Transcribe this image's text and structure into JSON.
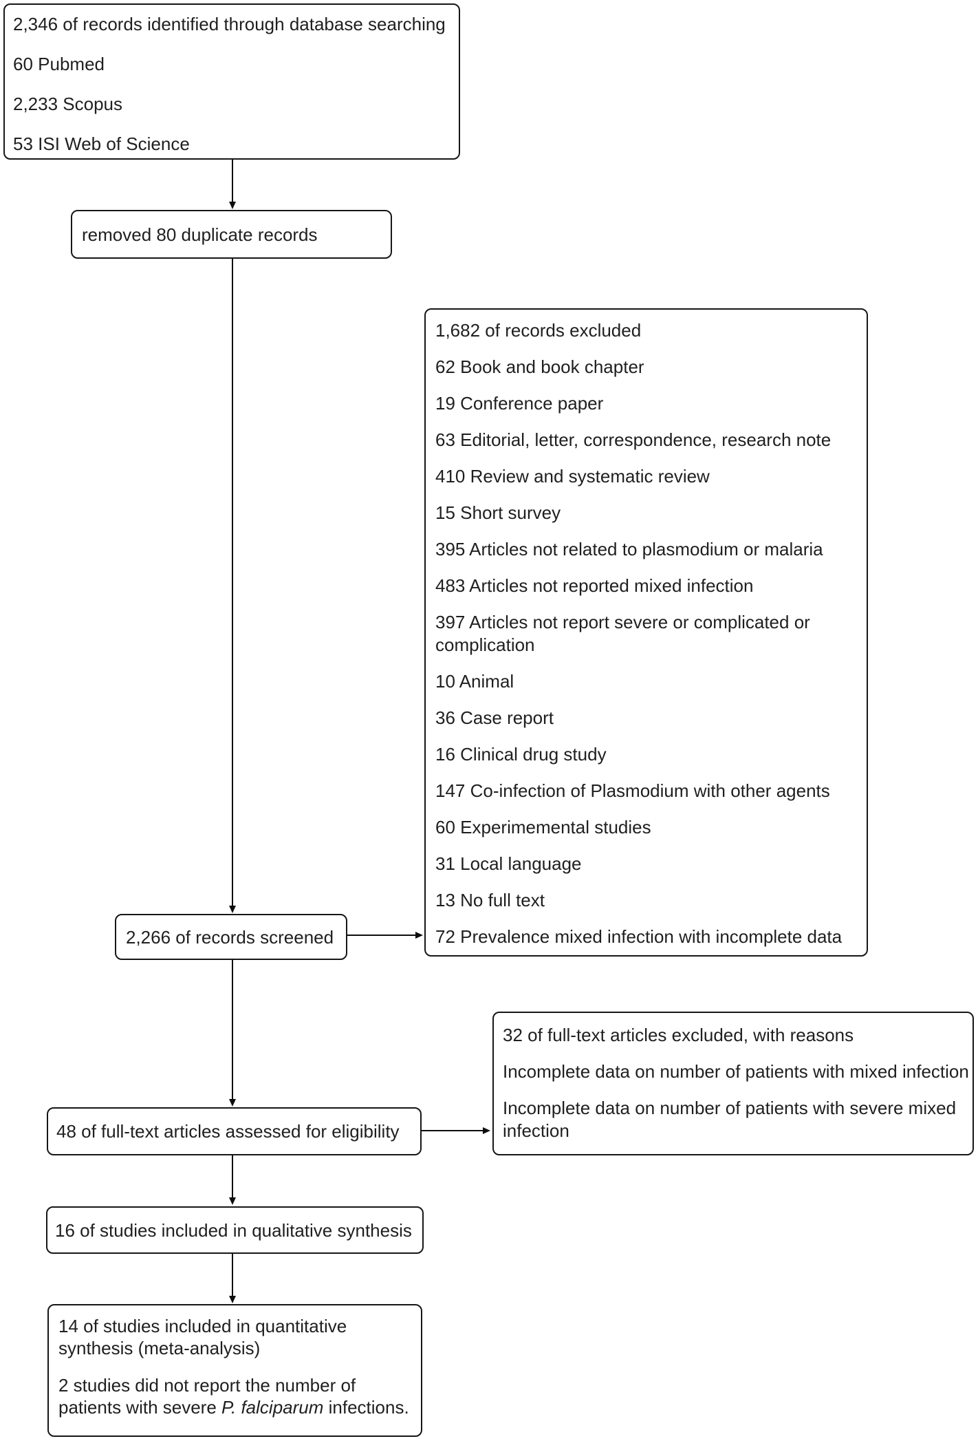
{
  "diagram": {
    "title": "PRISMA study selection flow diagram",
    "colors": {
      "background": "#ffffff",
      "border": "#161616",
      "text": "#1f1f1f",
      "line": "#0d0d0d"
    },
    "identification": {
      "lines": [
        "2,346 of records identified through database searching",
        "60 Pubmed",
        "2,233 Scopus",
        "53 ISI Web of Science"
      ]
    },
    "duplicates": {
      "label": "removed 80 duplicate records"
    },
    "screened": {
      "label": "2,266 of records screened"
    },
    "records_excluded": {
      "lines": [
        "1,682 of records excluded",
        "62 Book and book chapter",
        "19 Conference paper",
        "63 Editorial, letter, correspondence, research note",
        "410 Review and systematic review",
        "15 Short survey",
        "395 Articles not related to plasmodium or malaria",
        "483 Articles not reported mixed infection",
        "397 Articles not report severe or complicated or complication",
        "10 Animal",
        "36 Case report",
        "16 Clinical drug study",
        "147 Co-infection of Plasmodium with other agents",
        "60 Experimemental studies",
        "31 Local language",
        "13 No full text",
        "72 Prevalence mixed infection with incomplete data"
      ]
    },
    "fulltext": {
      "label": "48 of full-text articles assessed for eligibility"
    },
    "fulltext_excluded": {
      "lines": [
        "32 of full-text articles excluded, with reasons",
        "Incomplete data on number of patients with mixed infection",
        "Incomplete data on number of patients with severe mixed infection"
      ]
    },
    "qualitative": {
      "label": "16 of studies included in qualitative synthesis"
    },
    "quantitative": {
      "line1": "14 of studies included in quantitative synthesis (meta-analysis)",
      "line2_prefix": "2 studies did not report the number of patients with severe ",
      "line2_italic": "P. falciparum",
      "line2_suffix": " infections."
    }
  }
}
